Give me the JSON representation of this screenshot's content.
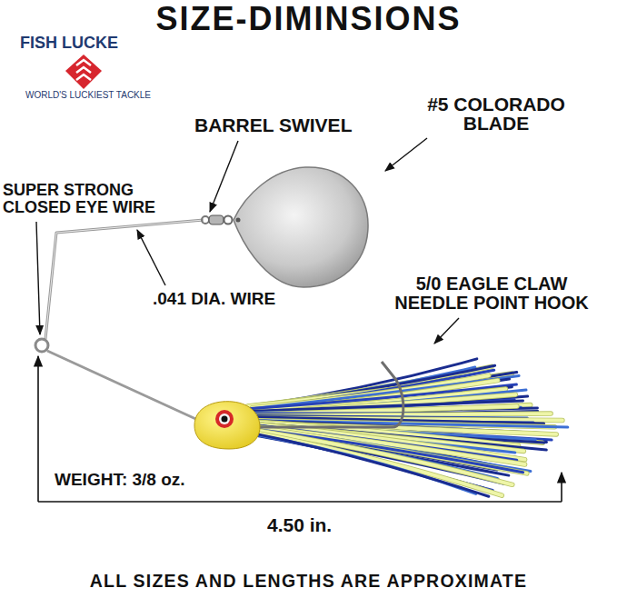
{
  "diagram": {
    "title": "SIZE-DIMINSIONS",
    "caption": "ALL SIZES AND LENGTHS ARE APPROXIMATE",
    "labels": [
      "FISH LUCKE",
      "WORLD'S LUCKIEST TACKLE",
      "BARREL SWIVEL",
      "#5 COLORADO BLADE",
      "SUPER STRONG CLOSED EYE WIRE",
      ".041 DIA. WIRE",
      "5/0 EAGLE CLAW NEEDLE POINT HOOK",
      "WEIGHT: 3/8 oz.",
      "4.50 in."
    ]
  }
}
